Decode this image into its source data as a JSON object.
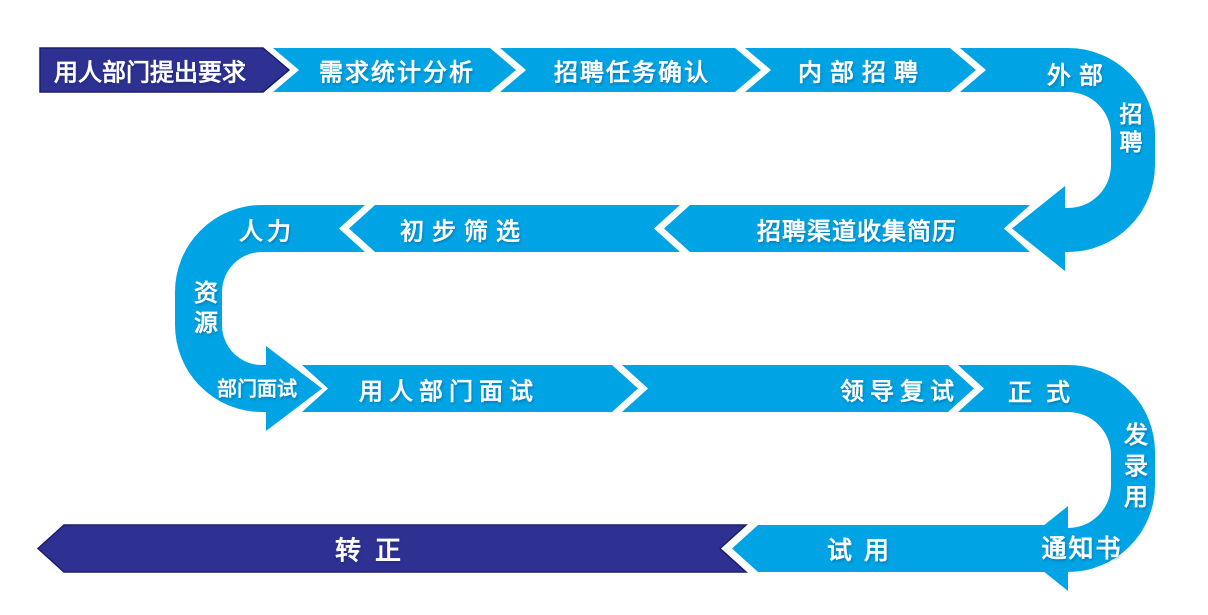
{
  "diagram": {
    "description": "recruitment-process-snake-flowchart",
    "colors": {
      "step_fill": "#00A4E4",
      "highlight_fill": "#2E3192",
      "highlight_edge": "#1A1D70",
      "label_text": "#FFFFFF",
      "background": "#FFFFFF"
    },
    "steps": {
      "request": "用人部门提出要求",
      "analysis": "需求统计分析",
      "task_confirm": "招聘任务确认",
      "internal_recruit": "内部招聘",
      "external_recruit_h": "外部",
      "external_recruit_v": "招聘",
      "collect_resumes": "招聘渠道收集简历",
      "initial_screening": "初步筛选",
      "hr_h": "人力",
      "hr_v": "资源",
      "hr_dept_interview": "部门面试",
      "dept_interview": "用人部门面试",
      "leader_reinterview": "领导复试",
      "offer_h": "正式",
      "offer_v": "发录用",
      "offer_notice": "通知书",
      "probation": "试用",
      "regularization": "转正"
    }
  }
}
